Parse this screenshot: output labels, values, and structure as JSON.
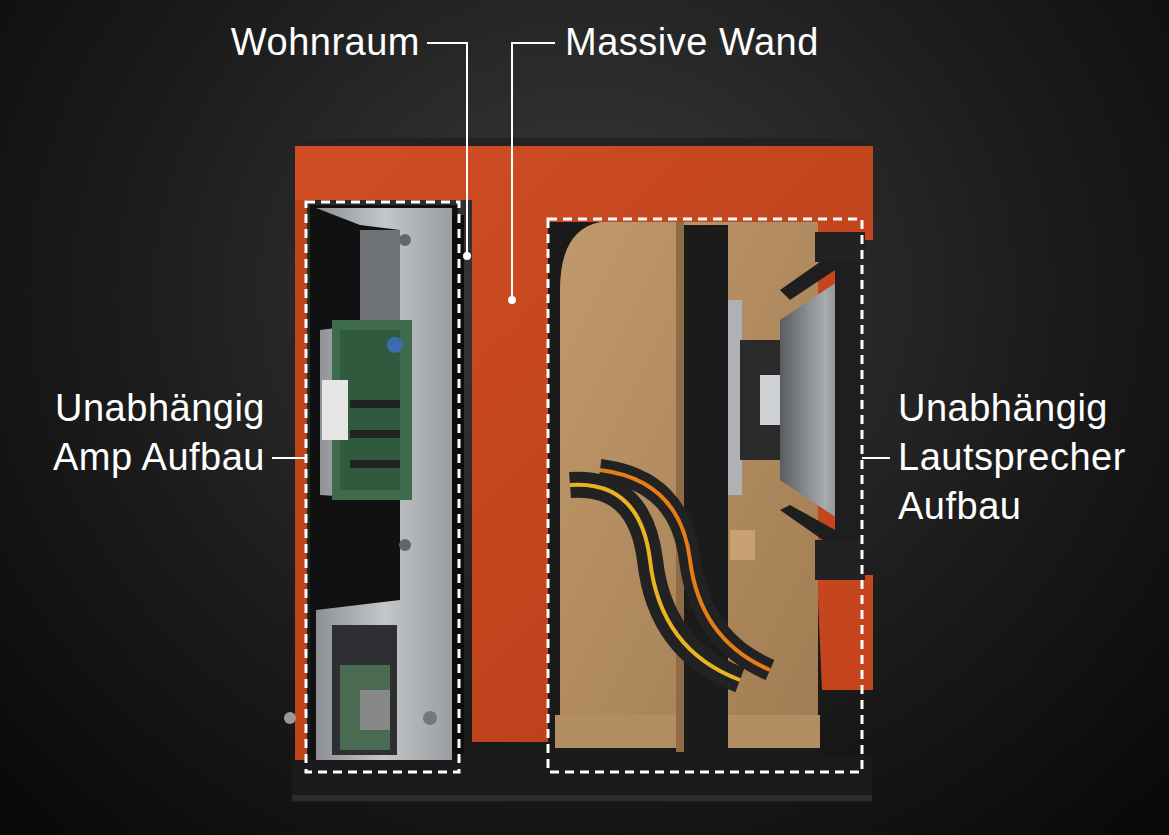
{
  "diagram": {
    "labels": [
      "Wohnraum",
      "Massive Wand",
      "Unabhängig Amp Aufbau",
      "Unabhängig Lautsprecher Aufbau"
    ]
  }
}
